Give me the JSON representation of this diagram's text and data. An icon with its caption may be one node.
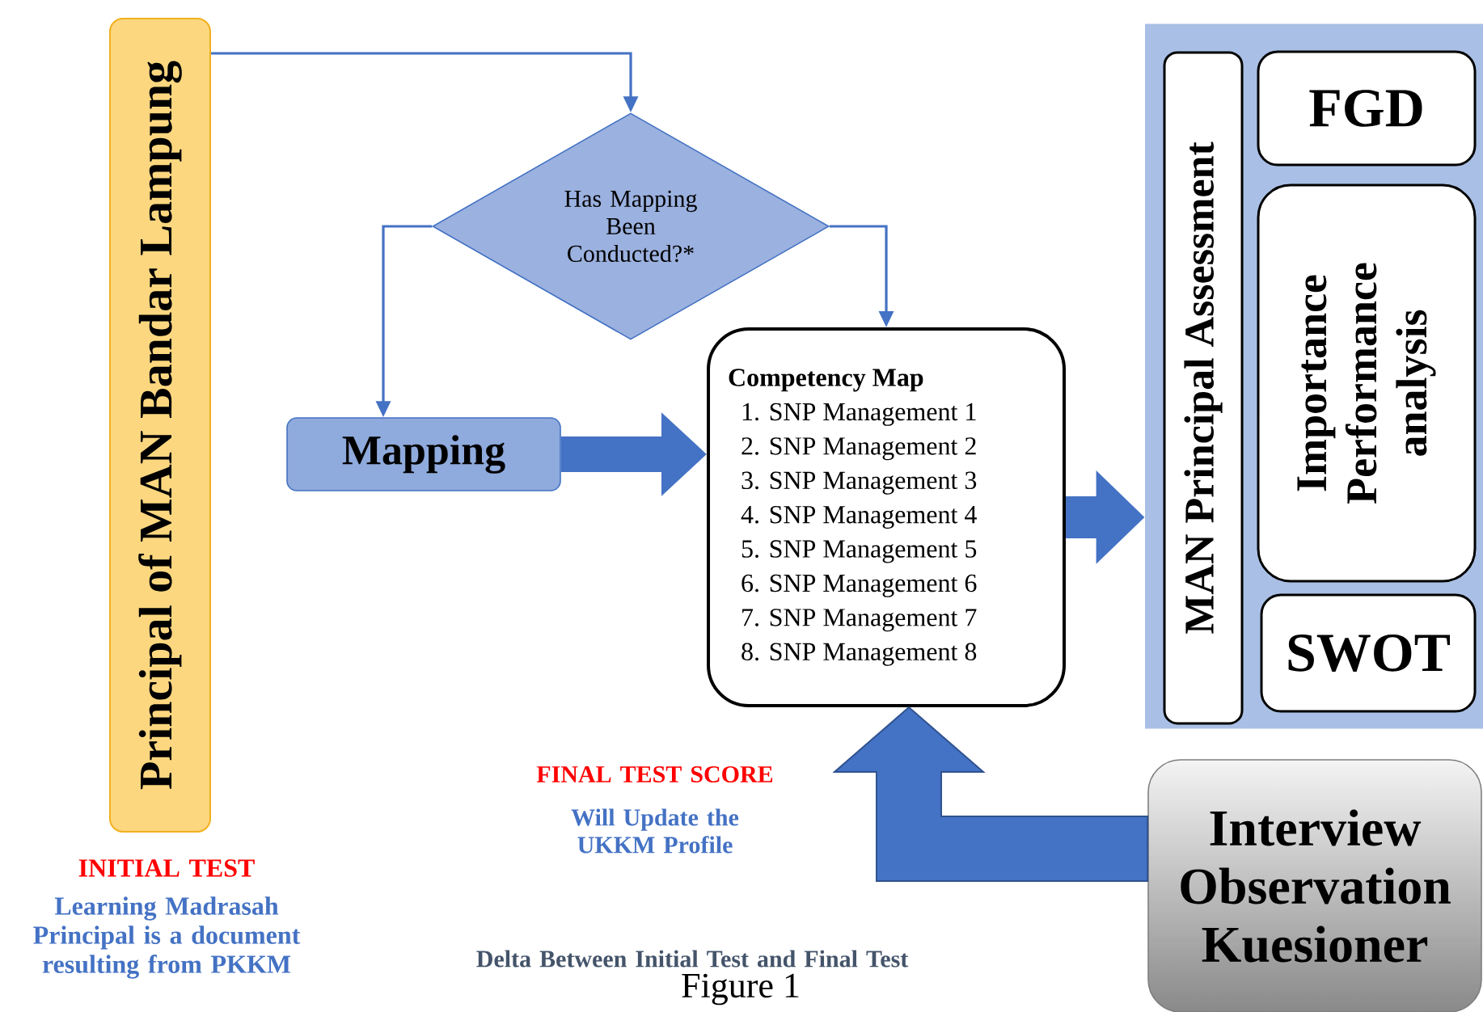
{
  "diagram": {
    "caption": "Figure 1",
    "nodes": [
      {
        "text": [
          "Principal of MAN Bandar Lampung"
        ]
      },
      {
        "text": [
          "Has Mapping Been Conducted?*"
        ]
      },
      {
        "text": [
          "Mapping"
        ]
      },
      {
        "text": [
          "Competency Map",
          "1. SNP Management 1",
          "2. SNP Management 2",
          "3. SNP Management 3",
          "4. SNP Management 4",
          "5. SNP Management 5",
          "6. SNP Management 6",
          "7. SNP Management 7",
          "8. SNP Management 8"
        ]
      },
      {
        "text": [],
        "shape": "box"
      },
      {
        "text": [
          "MAN Principal Assessment"
        ],
        "in": 4
      },
      {
        "text": [
          "FGD"
        ],
        "in": 4
      },
      {
        "text": [
          "Importance Performance analysis"
        ],
        "in": 4
      },
      {
        "text": [
          "SWOT"
        ],
        "in": 4
      },
      {
        "text": [
          "Interview Observation Kuesioner"
        ]
      }
    ],
    "edges": [
      {
        "from": 0,
        "to": 1,
        "arrow": "to"
      },
      {
        "from": 1,
        "to": 2,
        "arrow": "to"
      },
      {
        "from": 1,
        "to": 3,
        "arrow": "to"
      },
      {
        "from": 2,
        "to": 3,
        "arrow": "to",
        "style": "thick"
      },
      {
        "from": 3,
        "to": 4,
        "arrow": "to",
        "style": "thick"
      },
      {
        "from": 9,
        "to": 3,
        "arrow": "to",
        "style": "thick"
      }
    ],
    "labels": [
      "INITIAL TEST",
      "Learning Madrasah Principal is a document resulting from PKKM",
      "FINAL TEST SCORE",
      "Will Update the UKKM Profile",
      "Delta Between Initial Test and Final Test"
    ]
  }
}
